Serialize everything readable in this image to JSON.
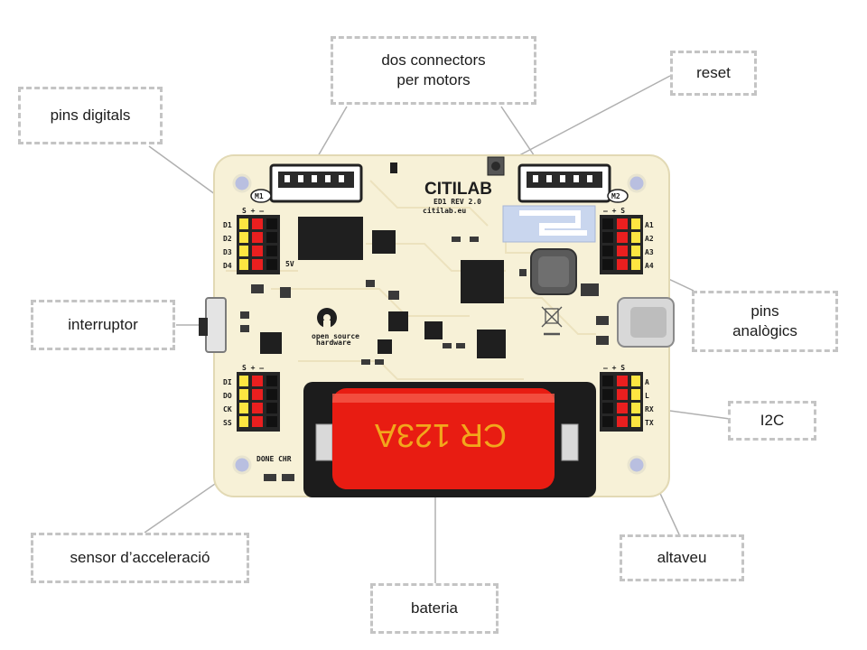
{
  "callouts": {
    "pins_digitals": "pins digitals",
    "motors_line1": "dos connectors",
    "motors_line2": "per motors",
    "reset": "reset",
    "interruptor": "interruptor",
    "pins_analogics_line1": "pins",
    "pins_analogics_line2": "analògics",
    "i2c": "I2C",
    "sensor": "sensor d’acceleració",
    "altaveu": "altaveu",
    "bateria": "bateria"
  },
  "board": {
    "brand": "CITILAB",
    "revision": "ED1  REV 2.0",
    "url": "citilab.eu",
    "oshw_line1": "open source",
    "oshw_line2": "hardware",
    "m1": "M1",
    "m2": "M2",
    "battery_label": "CR 123A",
    "done_chr": "DONE CHR",
    "five_v": "5V",
    "header_left_top": "S + –",
    "header_right_top": "– + S",
    "left_top_pins": [
      "D1",
      "D2",
      "D3",
      "D4"
    ],
    "left_bottom_pins": [
      "DI",
      "DO",
      "CK",
      "SS"
    ],
    "right_top_pins": [
      "A1",
      "A2",
      "A3",
      "A4"
    ],
    "right_bottom_pins": [
      "A",
      "L",
      "RX",
      "TX"
    ]
  }
}
